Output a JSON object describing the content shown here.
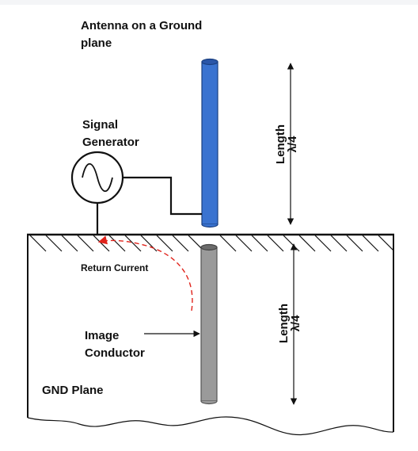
{
  "title": {
    "line1": "Antenna on a Ground",
    "line2": "plane"
  },
  "signal_generator": {
    "line1": "Signal",
    "line2": "Generator"
  },
  "length_label_top": {
    "line1": "Length",
    "line2": "λ/4"
  },
  "length_label_bottom": {
    "line1": "Length",
    "line2": "λ/4"
  },
  "return_current": "Return Current",
  "image_conductor": {
    "line1": "Image",
    "line2": "Conductor"
  },
  "gnd_plane": "GND Plane",
  "colors": {
    "antenna": "#3a73d0",
    "antenna_top": "#2a56a8",
    "image_conductor": "#9a9a9a",
    "image_top": "#6b6b6b",
    "return_current": "#e0231b",
    "lines": "#111111"
  }
}
